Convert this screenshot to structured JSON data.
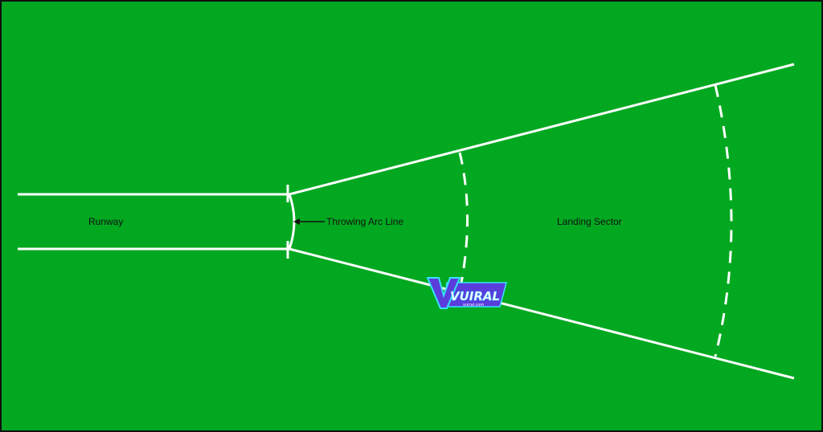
{
  "colors": {
    "field": "#02a820",
    "frame": "#111111",
    "line": "#ffffff",
    "label": "#111111",
    "watermark_fill": "#5a3ddb",
    "watermark_outline": "#38e0ff"
  },
  "labels": {
    "runway": "Runway",
    "throwing_arc_line": "Throwing Arc Line",
    "landing_sector": "Landing Sector"
  },
  "watermark": {
    "text": "VUIRAL",
    "subtext": "vuiral.com"
  }
}
